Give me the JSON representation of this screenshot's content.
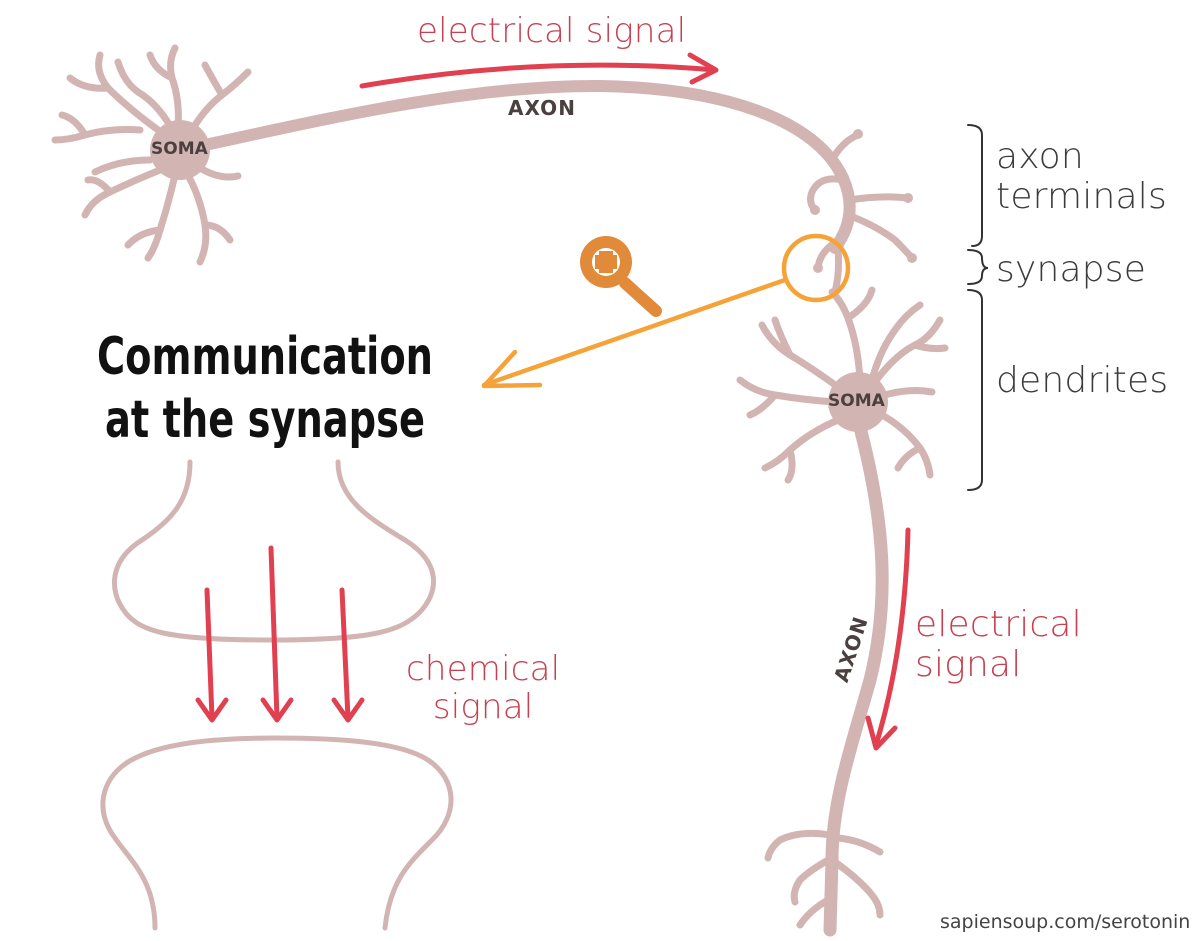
{
  "title": {
    "line1": "Communication",
    "line2": "at the synapse"
  },
  "labels": {
    "electrical_signal_top": "electrical signal",
    "axon_top": "AXON",
    "soma_left": "SOMA",
    "soma_right": "SOMA",
    "axon_right": "AXON",
    "axon_terminals_line1": "axon",
    "axon_terminals_line2": "terminals",
    "synapse": "synapse",
    "dendrites": "dendrites",
    "electrical_signal_right_line1": "electrical",
    "electrical_signal_right_line2": "signal",
    "chemical_signal_line1": "chemical",
    "chemical_signal_line2": "signal"
  },
  "credit": "sapiensoup.com/serotonin",
  "icons": [
    "zoom-in-magnifier-icon"
  ],
  "colors": {
    "neuron": "#d2b5b3",
    "signal_red": "#e0404f",
    "label_red": "#c8404f",
    "zoom_orange": "#f5a238",
    "magnifier_orange": "#e08a3a",
    "bracket": "#333333",
    "title": "#111111"
  }
}
